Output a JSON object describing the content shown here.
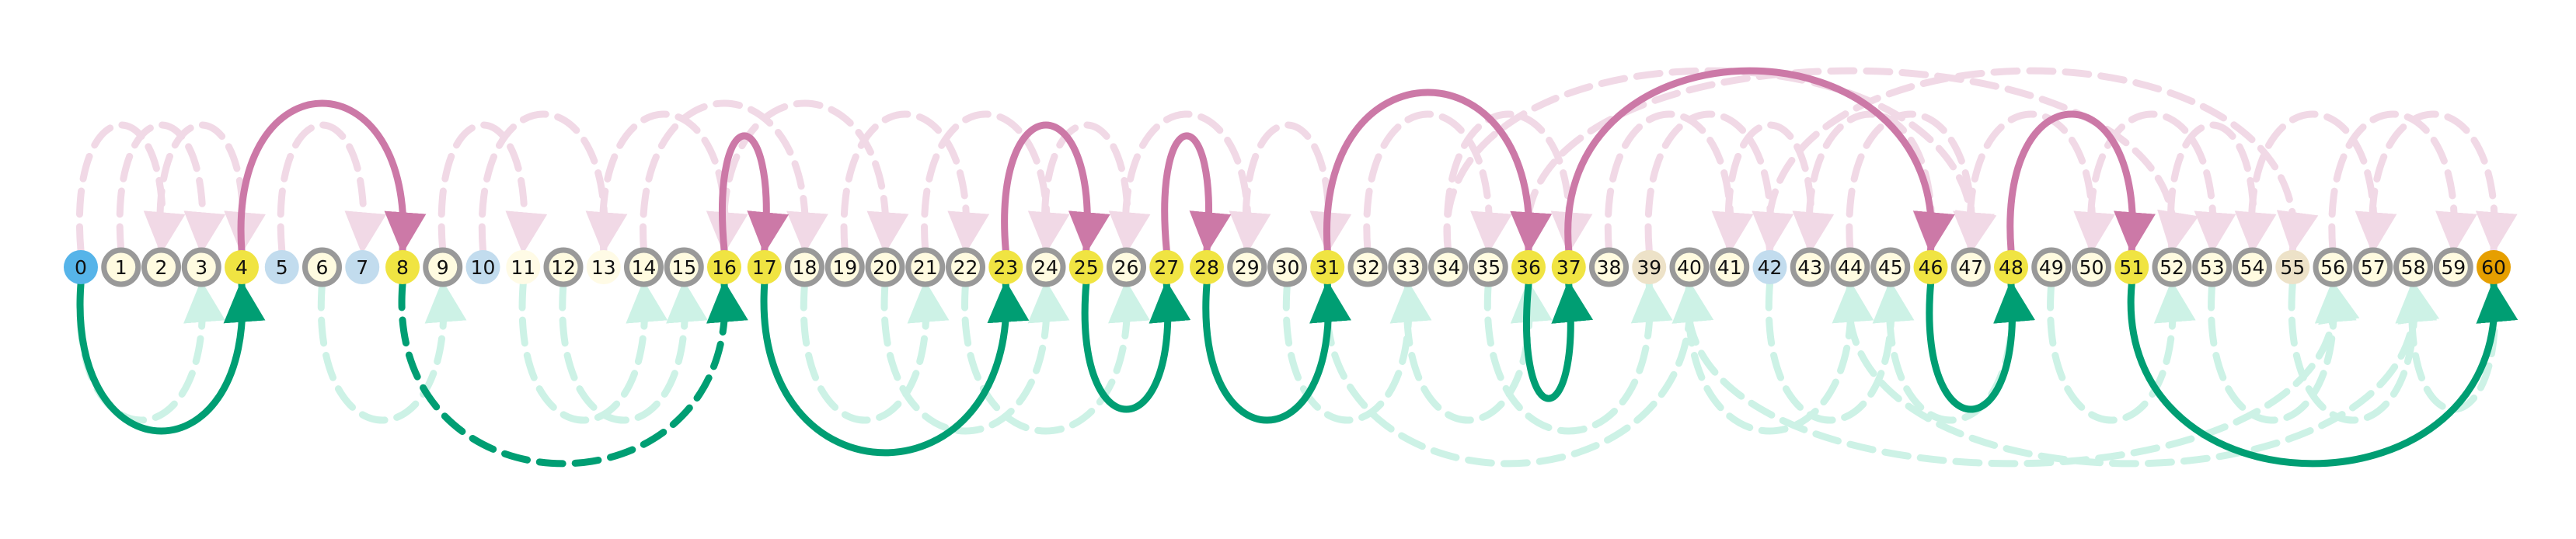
{
  "diagram": {
    "node_labels": [
      "0",
      "1",
      "2",
      "3",
      "4",
      "5",
      "6",
      "7",
      "8",
      "9",
      "10",
      "11",
      "12",
      "13",
      "14",
      "15",
      "16",
      "17",
      "18",
      "19",
      "20",
      "21",
      "22",
      "23",
      "24",
      "25",
      "26",
      "27",
      "28",
      "29",
      "30",
      "31",
      "32",
      "33",
      "34",
      "35",
      "36",
      "37",
      "38",
      "39",
      "40",
      "41",
      "42",
      "43",
      "44",
      "45",
      "46",
      "47",
      "48",
      "49",
      "50",
      "51",
      "52",
      "53",
      "54",
      "55",
      "56",
      "57",
      "58",
      "59",
      "60"
    ],
    "node_types": [
      "start",
      "plain",
      "plain",
      "plain",
      "path",
      "blue",
      "plain",
      "blue",
      "path",
      "plain",
      "blue",
      "faint",
      "plain",
      "faint",
      "plain",
      "plain",
      "path",
      "path",
      "plain",
      "plain",
      "plain",
      "plain",
      "plain",
      "path",
      "plain",
      "path",
      "plain",
      "path",
      "path",
      "plain",
      "plain",
      "path",
      "plain",
      "plain",
      "plain",
      "plain",
      "path",
      "path",
      "plain",
      "tan",
      "plain",
      "plain",
      "blue",
      "plain",
      "plain",
      "plain",
      "path",
      "plain",
      "path",
      "plain",
      "plain",
      "path",
      "plain",
      "plain",
      "plain",
      "tan",
      "plain",
      "plain",
      "plain",
      "plain",
      "end"
    ],
    "colors": {
      "start": "#56b4e9",
      "end": "#e69f00",
      "path": "#f0e442",
      "plain": "#fffbe0",
      "blue": "#c2dcee",
      "tan": "#ede2c8",
      "faint": "#fffbe6",
      "node_stroke": "#999999",
      "green": "#009e73",
      "pink": "#cc79a7",
      "green_faint": "#cdf2e6",
      "pink_faint": "#f1d9e6"
    },
    "path_arcs": [
      {
        "from": 0,
        "to": 4,
        "side": "below",
        "style": "solid"
      },
      {
        "from": 4,
        "to": 8,
        "side": "above",
        "style": "solid"
      },
      {
        "from": 8,
        "to": 16,
        "side": "below",
        "style": "dashed"
      },
      {
        "from": 16,
        "to": 17,
        "side": "above",
        "style": "solid"
      },
      {
        "from": 17,
        "to": 23,
        "side": "below",
        "style": "solid"
      },
      {
        "from": 23,
        "to": 25,
        "side": "above",
        "style": "solid"
      },
      {
        "from": 25,
        "to": 27,
        "side": "below",
        "style": "solid"
      },
      {
        "from": 27,
        "to": 28,
        "side": "above",
        "style": "solid"
      },
      {
        "from": 28,
        "to": 31,
        "side": "below",
        "style": "solid"
      },
      {
        "from": 31,
        "to": 36,
        "side": "above",
        "style": "solid"
      },
      {
        "from": 36,
        "to": 37,
        "side": "below",
        "style": "solid"
      },
      {
        "from": 37,
        "to": 46,
        "side": "above",
        "style": "solid"
      },
      {
        "from": 46,
        "to": 48,
        "side": "below",
        "style": "solid"
      },
      {
        "from": 48,
        "to": 51,
        "side": "above",
        "style": "solid"
      },
      {
        "from": 51,
        "to": 60,
        "side": "below",
        "style": "solid"
      }
    ],
    "faint_arcs": [
      {
        "from": 0,
        "to": 2,
        "side": "above"
      },
      {
        "from": 1,
        "to": 3,
        "side": "above"
      },
      {
        "from": 2,
        "to": 4,
        "side": "above"
      },
      {
        "from": 0,
        "to": 3,
        "side": "below"
      },
      {
        "from": 5,
        "to": 7,
        "side": "above"
      },
      {
        "from": 6,
        "to": 9,
        "side": "below"
      },
      {
        "from": 9,
        "to": 11,
        "side": "above"
      },
      {
        "from": 10,
        "to": 13,
        "side": "above"
      },
      {
        "from": 11,
        "to": 14,
        "side": "below"
      },
      {
        "from": 12,
        "to": 15,
        "side": "below"
      },
      {
        "from": 13,
        "to": 16,
        "side": "above"
      },
      {
        "from": 14,
        "to": 18,
        "side": "above"
      },
      {
        "from": 16,
        "to": 20,
        "side": "above"
      },
      {
        "from": 18,
        "to": 21,
        "side": "below"
      },
      {
        "from": 19,
        "to": 22,
        "side": "above"
      },
      {
        "from": 20,
        "to": 24,
        "side": "below"
      },
      {
        "from": 21,
        "to": 24,
        "side": "above"
      },
      {
        "from": 22,
        "to": 26,
        "side": "below"
      },
      {
        "from": 24,
        "to": 26,
        "side": "above"
      },
      {
        "from": 26,
        "to": 29,
        "side": "above"
      },
      {
        "from": 29,
        "to": 31,
        "side": "above"
      },
      {
        "from": 30,
        "to": 33,
        "side": "below"
      },
      {
        "from": 32,
        "to": 35,
        "side": "above"
      },
      {
        "from": 33,
        "to": 36,
        "side": "below"
      },
      {
        "from": 34,
        "to": 37,
        "side": "above"
      },
      {
        "from": 35,
        "to": 39,
        "side": "below"
      },
      {
        "from": 38,
        "to": 41,
        "side": "above"
      },
      {
        "from": 39,
        "to": 42,
        "side": "above"
      },
      {
        "from": 40,
        "to": 44,
        "side": "below"
      },
      {
        "from": 41,
        "to": 43,
        "side": "above"
      },
      {
        "from": 42,
        "to": 45,
        "side": "below"
      },
      {
        "from": 43,
        "to": 46,
        "side": "above"
      },
      {
        "from": 44,
        "to": 47,
        "side": "above"
      },
      {
        "from": 45,
        "to": 48,
        "side": "below"
      },
      {
        "from": 47,
        "to": 50,
        "side": "above"
      },
      {
        "from": 49,
        "to": 52,
        "side": "below"
      },
      {
        "from": 50,
        "to": 53,
        "side": "above"
      },
      {
        "from": 52,
        "to": 54,
        "side": "above"
      },
      {
        "from": 53,
        "to": 56,
        "side": "below"
      },
      {
        "from": 54,
        "to": 57,
        "side": "above"
      },
      {
        "from": 55,
        "to": 58,
        "side": "below"
      },
      {
        "from": 56,
        "to": 59,
        "side": "above"
      },
      {
        "from": 57,
        "to": 60,
        "side": "above"
      },
      {
        "from": 58,
        "to": 60,
        "side": "below"
      },
      {
        "from": 31,
        "to": 40,
        "side": "below"
      },
      {
        "from": 36,
        "to": 52,
        "side": "above"
      },
      {
        "from": 40,
        "to": 56,
        "side": "below"
      },
      {
        "from": 34,
        "to": 47,
        "side": "above"
      },
      {
        "from": 42,
        "to": 55,
        "side": "above"
      },
      {
        "from": 44,
        "to": 58,
        "side": "below"
      }
    ]
  }
}
